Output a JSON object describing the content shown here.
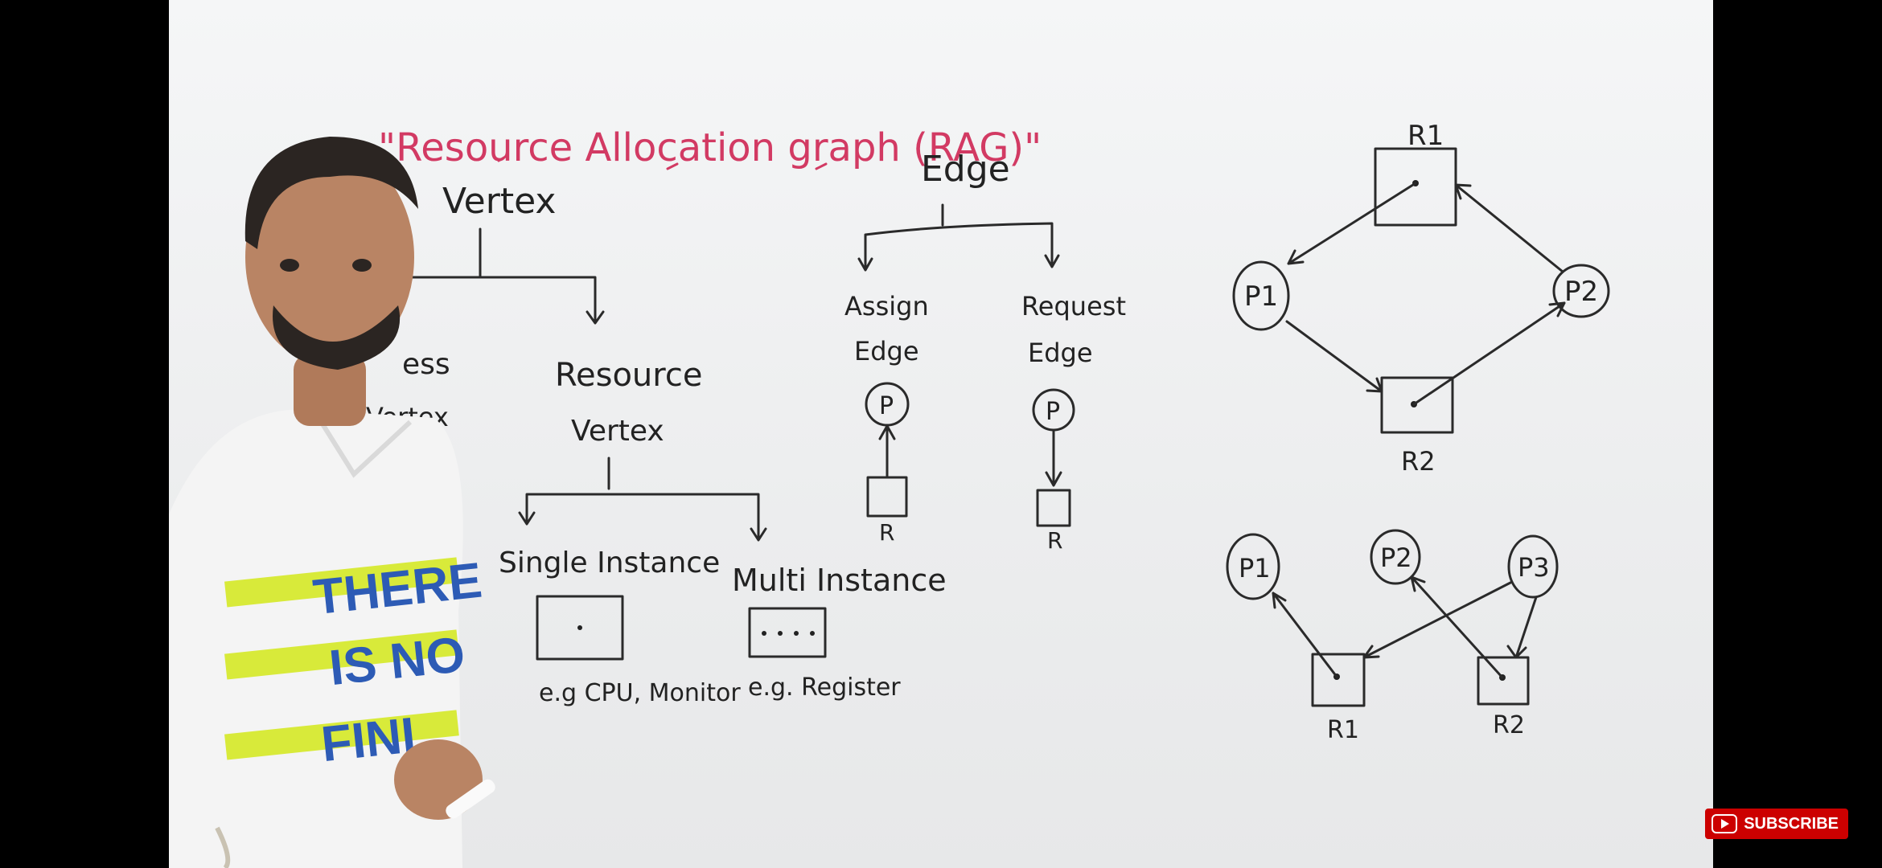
{
  "video": {
    "board": {
      "title": "\"Resource Allocation graph (RAG)\"",
      "vertex_label": "Vertex",
      "process_vertex_part1": "ess",
      "process_vertex_part2": "Vertex",
      "resource_vertex_line1": "Resource",
      "resource_vertex_line2": "Vertex",
      "single_instance": "Single Instance",
      "multi_instance": "Multi Instance",
      "single_example": "e.g CPU, Monitor",
      "multi_example": "e.g. Register",
      "edge_label": "Edge",
      "assign_edge_line1": "Assign",
      "assign_edge_line2": "Edge",
      "request_edge_line1": "Request",
      "request_edge_line2": "Edge",
      "p_label": "P",
      "r_label": "R",
      "graph1": {
        "p1": "P1",
        "p2": "P2",
        "r1": "R1",
        "r2": "R2"
      },
      "graph2": {
        "p1": "P1",
        "p2": "P2",
        "p3": "P3",
        "r1": "R1",
        "r2": "R2"
      }
    },
    "shirt_text": [
      "THERE",
      "IS NO",
      "FINI"
    ],
    "subscribe_label": "SUBSCRIBE"
  },
  "colors": {
    "marker_red": "#d23a63",
    "marker_black": "#2a2a2a",
    "subscribe": "#cc0000"
  }
}
